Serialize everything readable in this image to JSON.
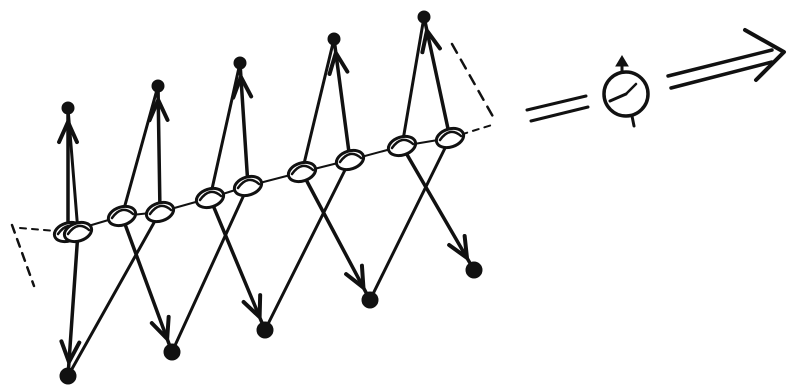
{
  "diagram": {
    "style": "hand-drawn ink sketch",
    "ink_color": "#111111",
    "background": "#ffffff",
    "chain": {
      "element_count": 10,
      "element_icon": "spinning-disc-icon",
      "arrow_icon": "arrow-icon",
      "dot_icon": "dot-icon",
      "orientation_pattern": [
        "up",
        "down",
        "up",
        "down",
        "up",
        "down",
        "up",
        "down",
        "up",
        "down"
      ]
    },
    "travelling_element": {
      "icon": "rotating-clock-icon",
      "direction": "right"
    },
    "motion_arrow_icon": "double-shaft-arrow-icon"
  }
}
